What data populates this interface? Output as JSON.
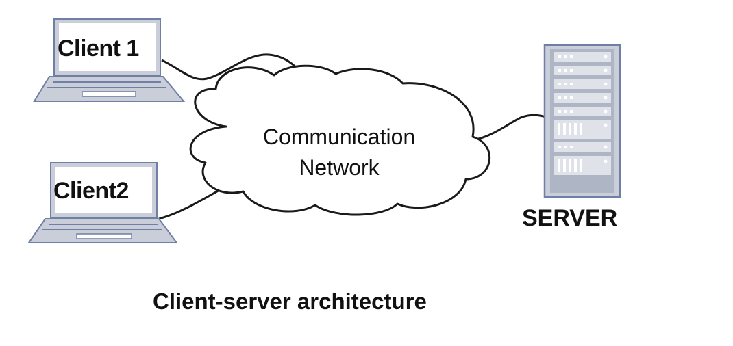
{
  "diagram": {
    "client1_label": "Client 1",
    "client2_label": "Client2",
    "network_line1": "Communication",
    "network_line2": "Network",
    "server_label": "SERVER",
    "caption": "Client-server architecture"
  },
  "colors": {
    "device_fill": "#c9ced8",
    "device_stroke": "#6f7fa6",
    "screen_fill": "#ffffff",
    "line": "#1a1a1a",
    "server_bay": "#dfe2e8",
    "server_slot": "#ffffff"
  },
  "icons": [
    "laptop-icon",
    "laptop-icon",
    "cloud-shape",
    "server-rack-icon"
  ]
}
